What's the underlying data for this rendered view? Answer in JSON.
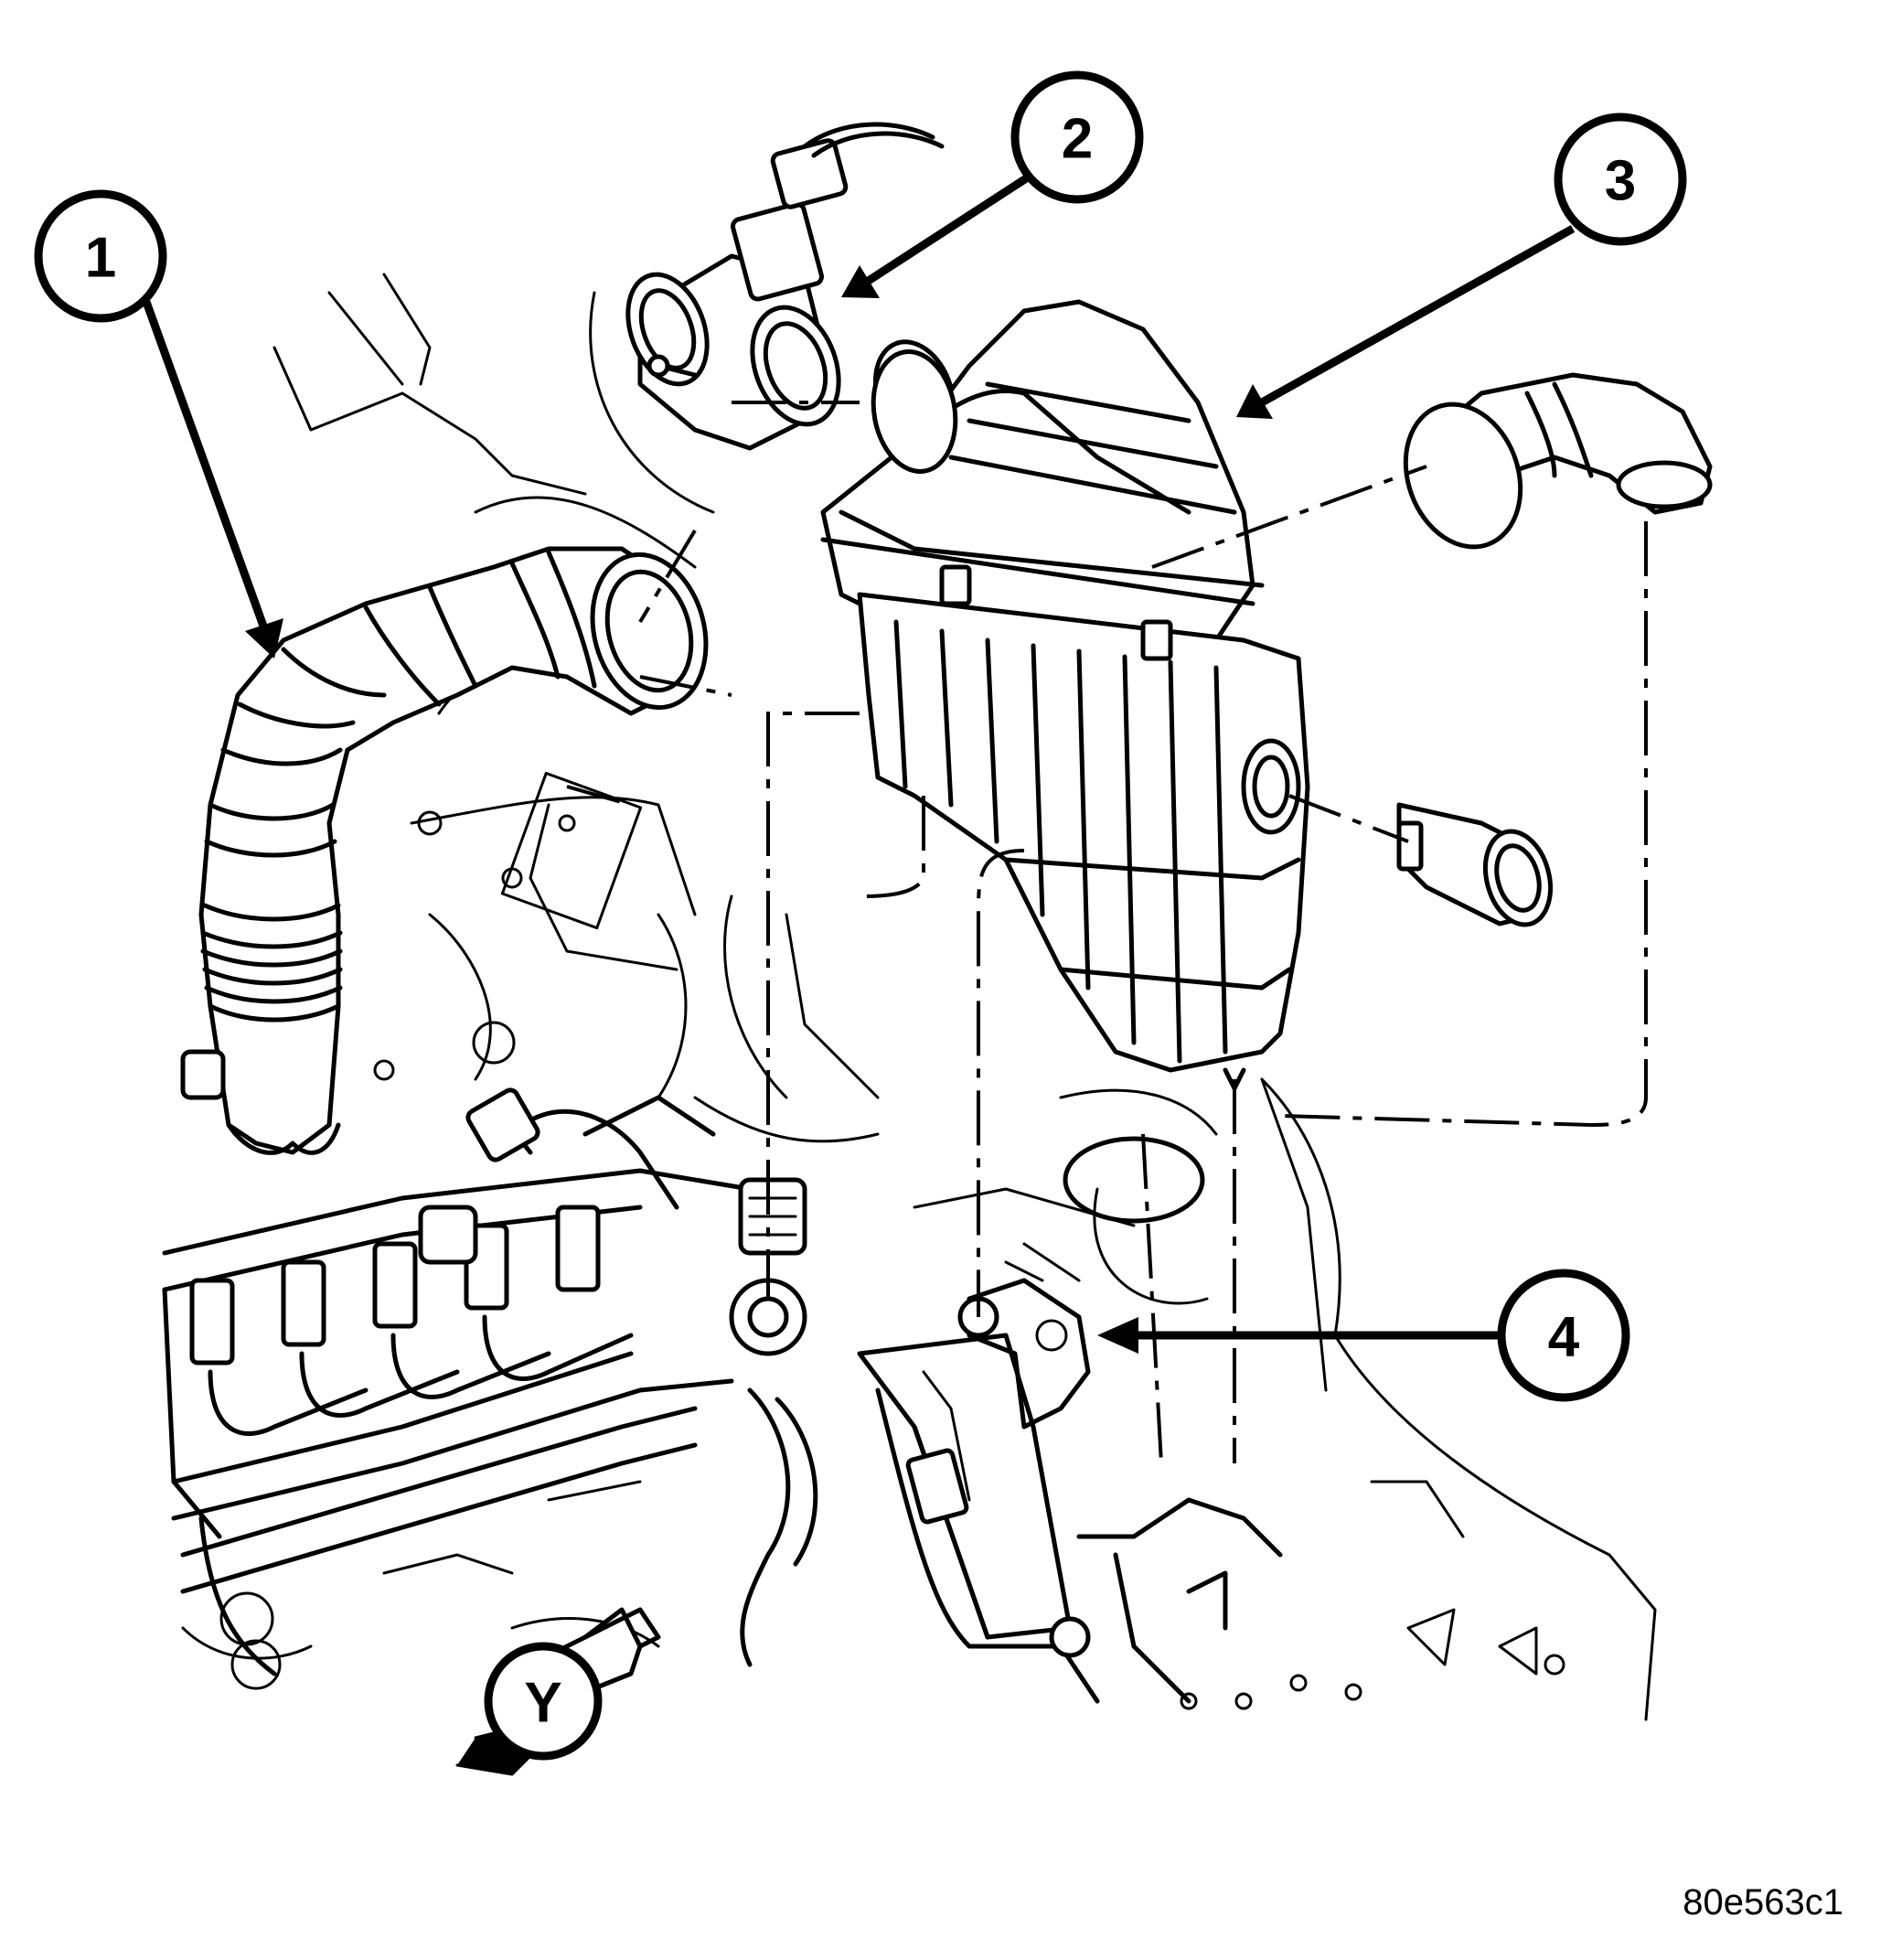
{
  "callouts": [
    {
      "number": "1"
    },
    {
      "number": "2"
    },
    {
      "number": "3"
    },
    {
      "number": "4"
    }
  ],
  "view_indicator": "Y",
  "figure_code": "80e563c1"
}
